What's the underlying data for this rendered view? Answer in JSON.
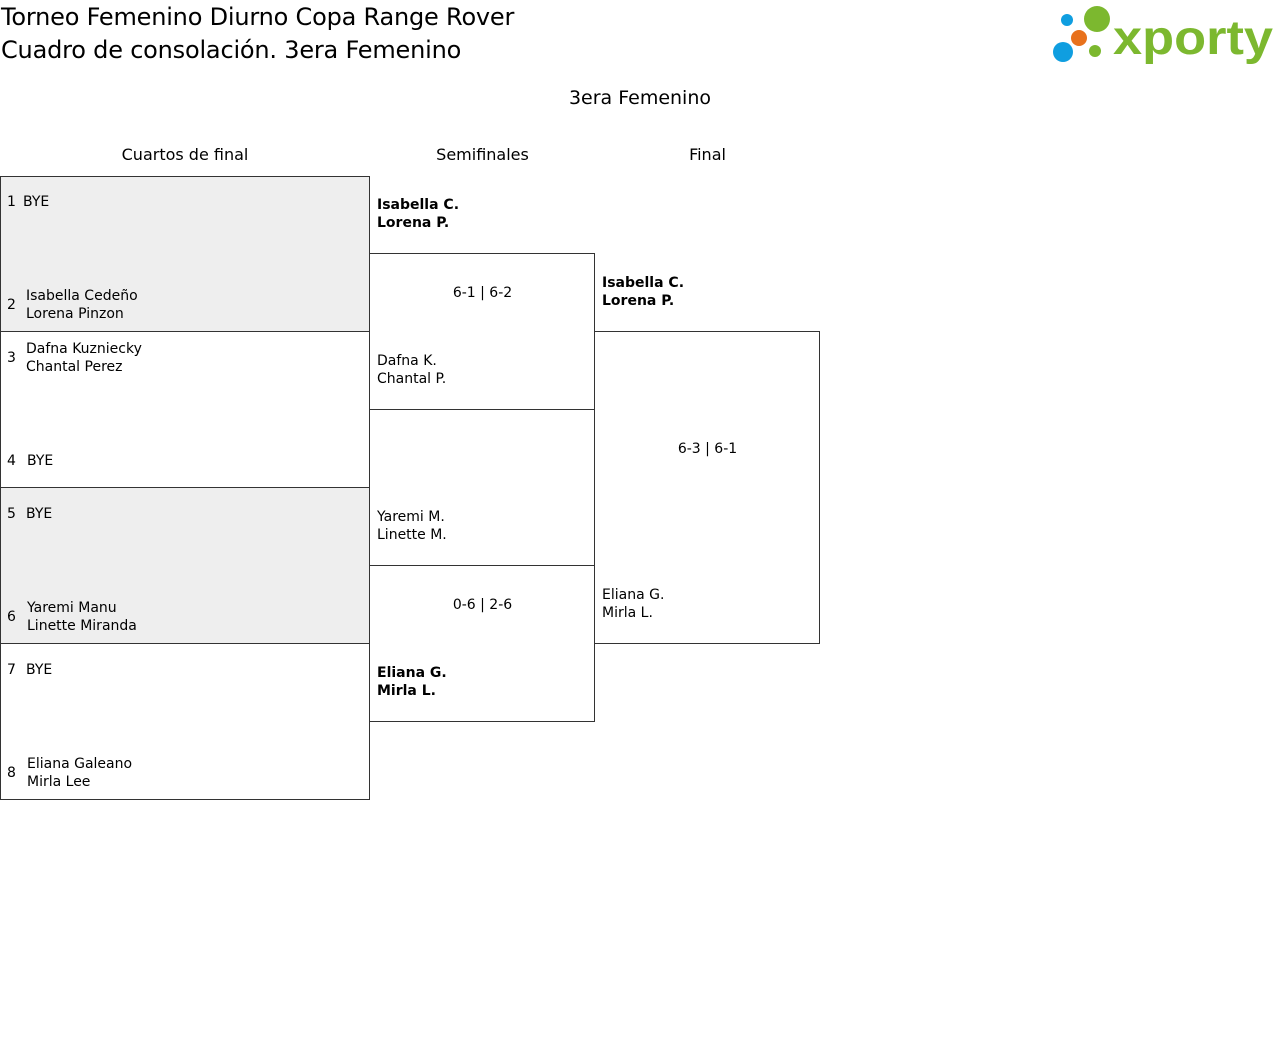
{
  "header": {
    "title_line1": "Torneo Femenino Diurno Copa Range Rover",
    "title_line2": "Cuadro de consolación. 3era Femenino",
    "logo_text": "xporty"
  },
  "bracket": {
    "title": "3era Femenino",
    "rounds": [
      "Cuartos de final",
      "Semifinales",
      "Final"
    ],
    "quarterfinals": [
      {
        "seed": "1",
        "line1": "BYE",
        "line2": ""
      },
      {
        "seed": "2",
        "line1": "Isabella Cedeño",
        "line2": "Lorena Pinzon"
      },
      {
        "seed": "3",
        "line1": "Dafna Kuzniecky",
        "line2": "Chantal Perez"
      },
      {
        "seed": "4",
        "line1": "BYE",
        "line2": ""
      },
      {
        "seed": "5",
        "line1": "BYE",
        "line2": ""
      },
      {
        "seed": "6",
        "line1": "Yaremi Manu",
        "line2": "Linette Miranda"
      },
      {
        "seed": "7",
        "line1": "BYE",
        "line2": ""
      },
      {
        "seed": "8",
        "line1": "Eliana Galeano",
        "line2": "Mirla Lee"
      }
    ],
    "semifinals": [
      {
        "line1": "Isabella C.",
        "line2": "Lorena P.",
        "winner": true
      },
      {
        "line1": "Dafna K.",
        "line2": "Chantal P.",
        "winner": false
      },
      {
        "line1": "Yaremi M.",
        "line2": "Linette M.",
        "winner": false
      },
      {
        "line1": "Eliana G.",
        "line2": "Mirla L.",
        "winner": true
      }
    ],
    "semifinal_scores": [
      "6-1 | 6-2",
      "0-6 | 2-6"
    ],
    "final": [
      {
        "line1": "Isabella C.",
        "line2": "Lorena P.",
        "winner": true
      },
      {
        "line1": "Eliana G.",
        "line2": "Mirla L.",
        "winner": false
      }
    ],
    "final_score": "6-3 | 6-1"
  },
  "colors": {
    "logo_green": "#7cb82f",
    "logo_blue": "#0f9ee0",
    "logo_orange": "#e8711c",
    "grey_fill": "#eeeeee"
  }
}
